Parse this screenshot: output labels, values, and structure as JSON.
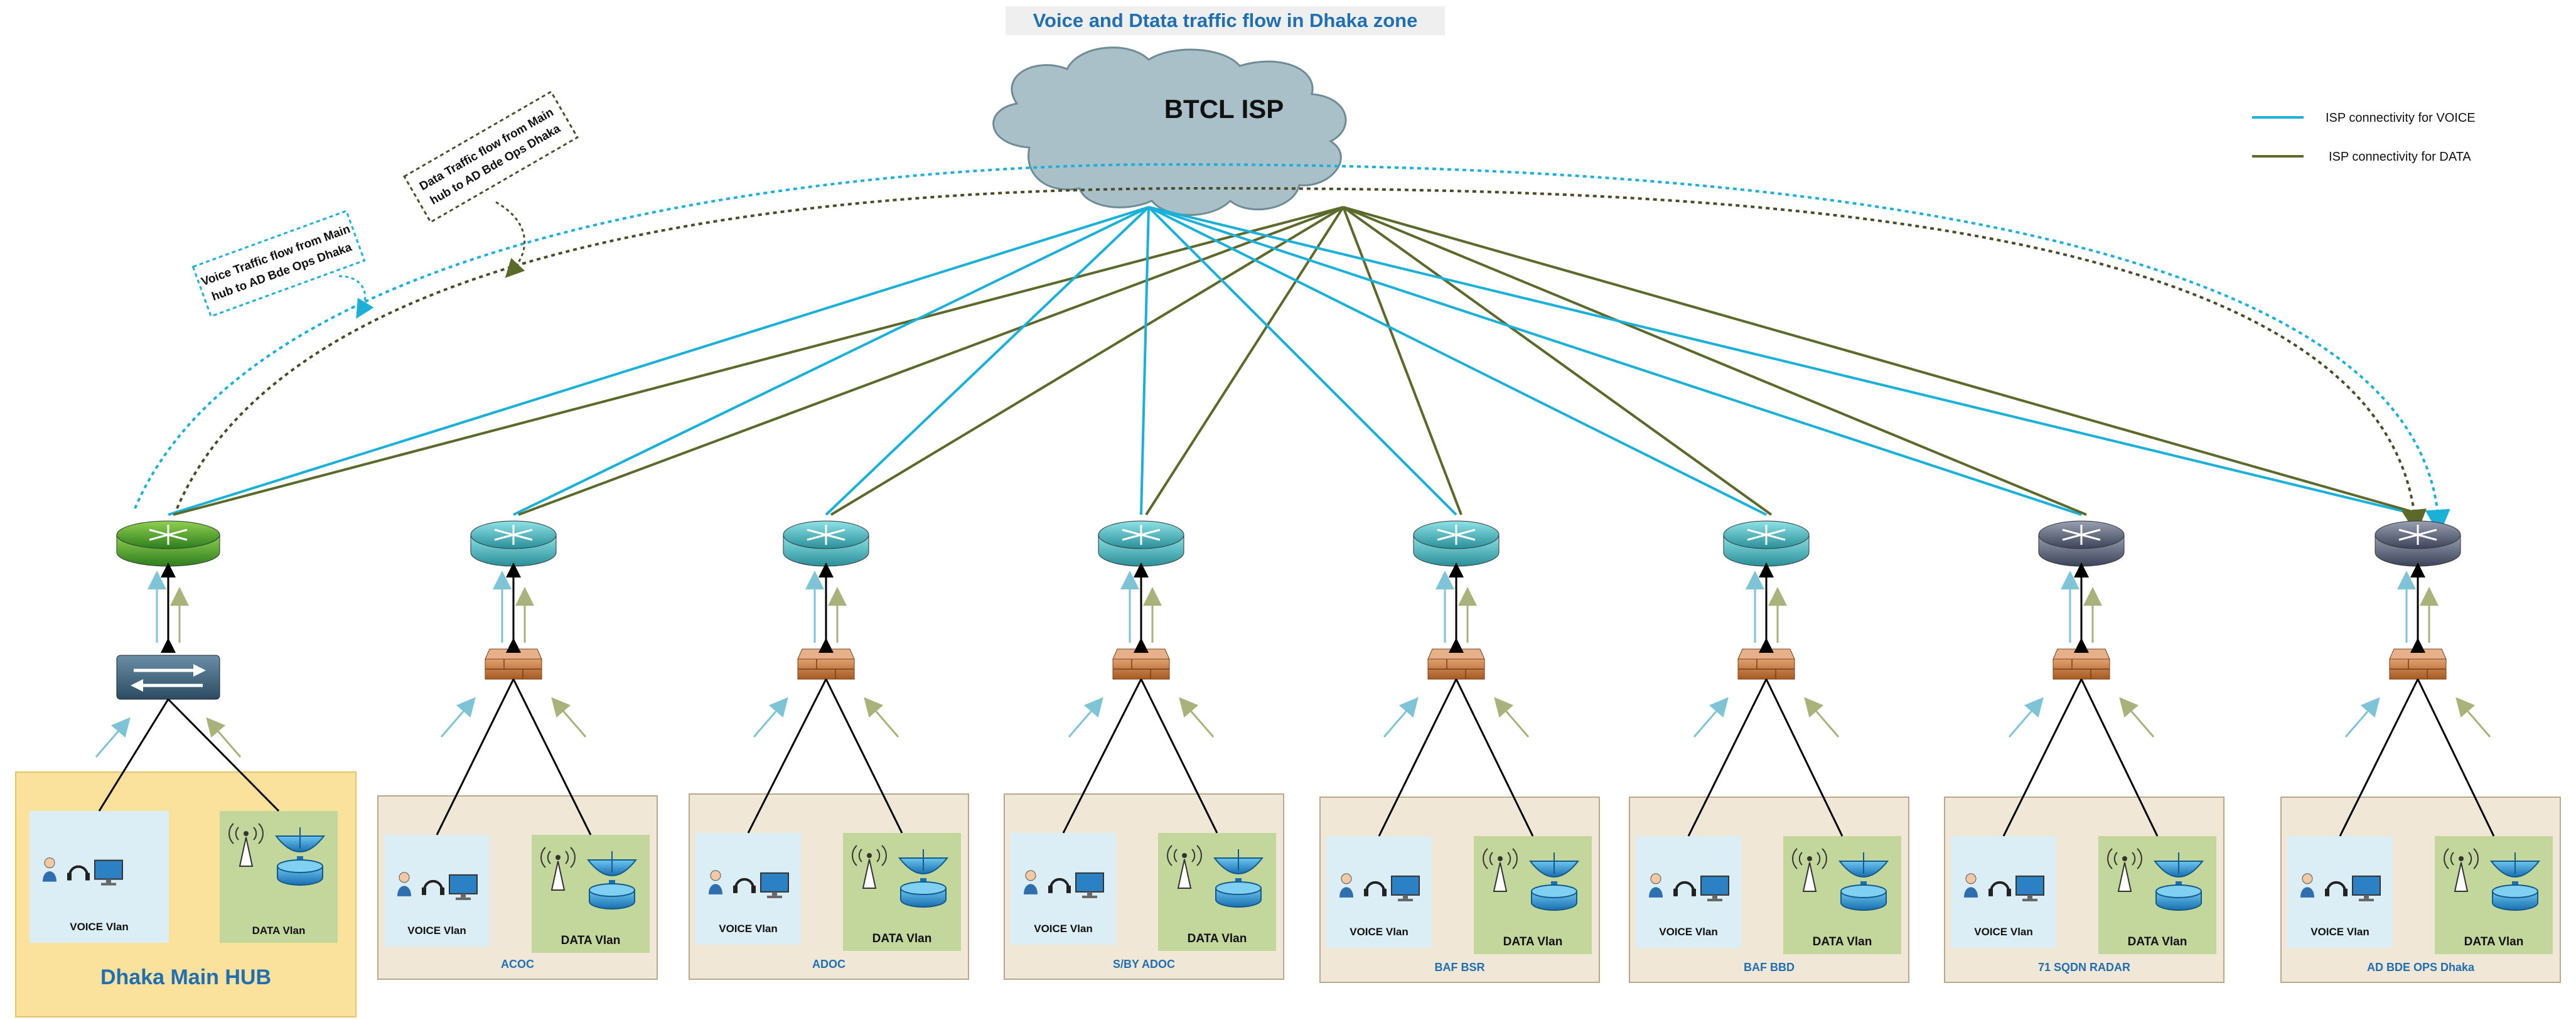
{
  "title": "Voice and Dtata traffic flow in Dhaka zone",
  "cloud_label": "BTCL ISP",
  "legend": [
    {
      "label": "ISP connectivity for VOICE",
      "color": "#1ab0d8"
    },
    {
      "label": "ISP connectivity for DATA",
      "color": "#5b6a2a"
    }
  ],
  "callouts": {
    "voice": [
      "Voice Traffic flow from Main",
      "hub to AD Bde Ops Dhaka"
    ],
    "data": [
      "Data Traffic flow from Main",
      "hub to AD Bde Ops Dhaka"
    ]
  },
  "colors": {
    "voice_line": "#1ab0d8",
    "data_line": "#5b6a2a",
    "hub_panel": "#fbe29c",
    "site_panel": "#f1e7d6",
    "voice_vlan": "#dbeef5",
    "data_vlan": "#c3d79c",
    "label_blue": "#1f6fb2"
  },
  "sites": [
    {
      "name": "Dhaka Main HUB",
      "voice_label": "VOICE Vlan",
      "data_label": "DATA Vlan",
      "router": "green-router-icon",
      "switch": "layer2-switch-icon"
    },
    {
      "name": "ACOC",
      "voice_label": "VOICE Vlan",
      "data_label": "DATA Vlan",
      "router": "teal-router-icon",
      "switch": "firewall-icon"
    },
    {
      "name": "ADOC",
      "voice_label": "VOICE Vlan",
      "data_label": "DATA Vlan",
      "router": "teal-router-icon",
      "switch": "firewall-icon"
    },
    {
      "name": "S/BY ADOC",
      "voice_label": "VOICE Vlan",
      "data_label": "DATA Vlan",
      "router": "teal-router-icon",
      "switch": "firewall-icon"
    },
    {
      "name": "BAF BSR",
      "voice_label": "VOICE Vlan",
      "data_label": "DATA Vlan",
      "router": "teal-router-icon",
      "switch": "firewall-icon"
    },
    {
      "name": "BAF BBD",
      "voice_label": "VOICE Vlan",
      "data_label": "DATA Vlan",
      "router": "teal-router-icon",
      "switch": "firewall-icon"
    },
    {
      "name": "71 SQDN RADAR",
      "voice_label": "VOICE Vlan",
      "data_label": "DATA Vlan",
      "router": "grey-router-icon",
      "switch": "firewall-icon"
    },
    {
      "name": "AD BDE OPS Dhaka",
      "voice_label": "VOICE Vlan",
      "data_label": "DATA Vlan",
      "router": "grey-router-icon",
      "switch": "firewall-icon"
    }
  ]
}
